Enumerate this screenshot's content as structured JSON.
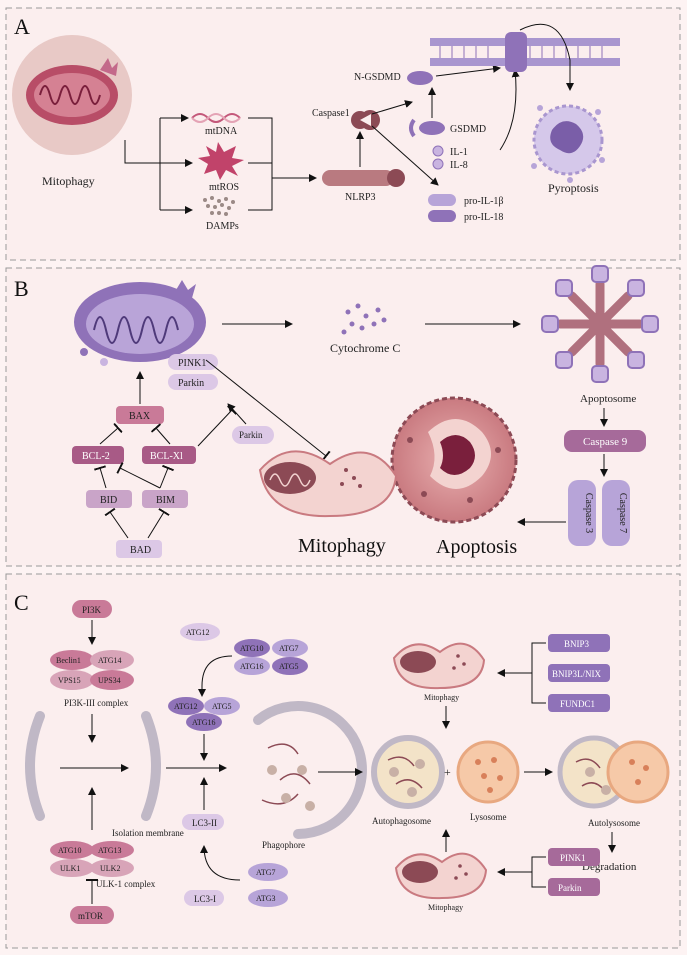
{
  "panel_a": {
    "letter": "A",
    "mitophagy": "Mitophagy",
    "mtdna": "mtDNA",
    "mtros": "mtROS",
    "damps": "DAMPs",
    "caspase1": "Caspase1",
    "nlrp3": "NLRP3",
    "ngsdmd": "N-GSDMD",
    "gsdmd": "GSDMD",
    "il1": "IL-1",
    "il8": "IL-8",
    "pro_il1b": "pro-IL-1β",
    "pro_il18": "pro-IL-18",
    "pyroptosis": "Pyroptosis"
  },
  "panel_b": {
    "letter": "B",
    "pink1": "PINK1",
    "parkin": "Parkin",
    "parkin2": "Parkin",
    "cytochrome": "Cytochrome C",
    "apoptosome": "Apoptosome",
    "bax": "BAX",
    "bcl2": "BCL-2",
    "bclxl": "BCL-Xl",
    "bid": "BID",
    "bim": "BIM",
    "bad": "BAD",
    "caspase9": "Caspase 9",
    "caspase3": "Caspase 3",
    "caspase7": "Caspase 7",
    "mitophagy": "Mitophagy",
    "apoptosis": "Apoptosis"
  },
  "panel_c": {
    "letter": "C",
    "pi3k": "PI3K",
    "beclin1": "Beclin1",
    "atg14": "ATG14",
    "vps15": "VPS15",
    "vps34": "UPS34",
    "pi3k_complex": "PI3K-III complex",
    "isolation": "Isolation membrane",
    "atg10a": "ATG10",
    "atg13": "ATG13",
    "ulk1": "ULK1",
    "ulk2": "ULK2",
    "ulk_complex": "ULK-1 complex",
    "mtor": "mTOR",
    "atg12": "ATG12",
    "atg10b": "ATG10",
    "atg7a": "ATG7",
    "atg16a": "ATG16",
    "atg5a": "ATG5",
    "atg12b": "ATG12",
    "atg5b": "ATG5",
    "atg16b": "ATG16",
    "lc3ii": "LC3-II",
    "lc3i": "LC3-I",
    "atg7b": "ATG7",
    "atg3": "ATG3",
    "phagophore": "Phagophore",
    "mitophagy_top": "Mitophagy",
    "mitophagy_bottom": "Mitophagy",
    "bnip3": "BNIP3",
    "bnip3l": "BNIP3L/NIX",
    "fundc1": "FUNDC1",
    "autophagosome": "Autophagosome",
    "plus": "+",
    "lysosome": "Lysosome",
    "autolysosome": "Autolysosome",
    "degradation": "Degradation",
    "pink1": "PINK1",
    "parkin": "Parkin"
  }
}
